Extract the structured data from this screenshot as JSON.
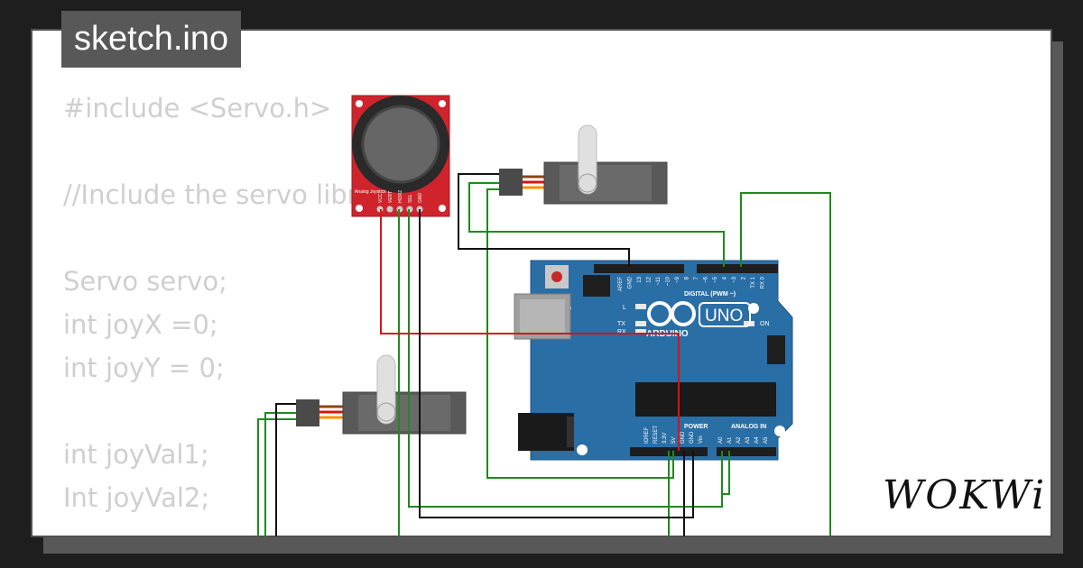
{
  "title": "sketch.ino",
  "code_lines": [
    "#include <Servo.h>",
    "",
    "//Include the servo library",
    "",
    "Servo servo;",
    "int joyX =0;",
    "int joyY = 0;",
    "",
    "int joyVal1;",
    "Int joyVal2;"
  ],
  "board": {
    "model": "UNO",
    "brand": "ARDUINO",
    "digital_label": "DIGITAL (PWM ~)",
    "power_label": "POWER",
    "analog_label": "ANALOG IN",
    "on_label": "ON",
    "l_label": "L",
    "tx_label": "TX",
    "rx_label": "RX",
    "digital_pins": [
      "AREF",
      "GND",
      "13",
      "12",
      "~11",
      "~10",
      "~9",
      "8",
      "7",
      "~6",
      "~5",
      "4",
      "~3",
      "2",
      "TX 1",
      "RX 0"
    ],
    "power_pins": [
      "IOREF",
      "RESET",
      "3.3V",
      "5V",
      "GND",
      "GND",
      "Vin"
    ],
    "analog_pins": [
      "A0",
      "A1",
      "A2",
      "A3",
      "A4",
      "A5"
    ]
  },
  "joystick": {
    "name": "Analog Joystick",
    "pins": [
      "VCC",
      "VERT",
      "HORZ",
      "SEL",
      "GND"
    ]
  },
  "brand_logo": "WOKWi",
  "colors": {
    "background": "#1e1e1e",
    "card": "#ffffff",
    "board": "#2a6ea6",
    "joystick_pcb": "#d0242c",
    "servo_body": "#595959",
    "wire_green": "#1e8a1e",
    "wire_red": "#dd1111",
    "wire_black": "#111111"
  }
}
